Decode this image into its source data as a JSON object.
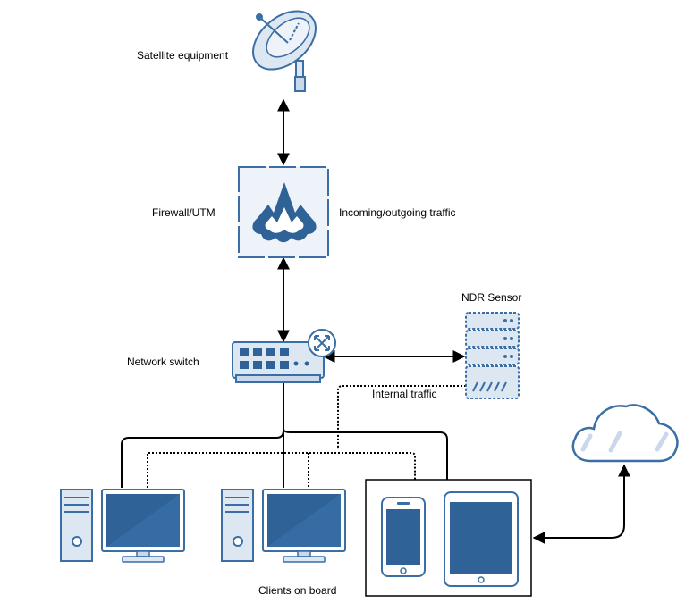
{
  "labels": {
    "satellite": "Satellite equipment",
    "firewall": "Firewall/UTM",
    "traffic_in_out": "Incoming/outgoing traffic",
    "ndr_sensor": "NDR Sensor",
    "network_switch": "Network switch",
    "internal_traffic": "Internal traffic",
    "clients": "Clients on board"
  },
  "colors": {
    "stroke": "#3a6ea5",
    "fill_dark": "#2f6397",
    "fill_light": "#dde7f2",
    "cloud_fill": "#ffffff",
    "line": "#000000"
  },
  "icons": [
    "satellite-dish-icon",
    "firewall-icon",
    "network-switch-icon",
    "ndr-sensor-server-icon",
    "desktop-computer-icon",
    "smartphone-icon",
    "tablet-icon",
    "cloud-icon"
  ]
}
